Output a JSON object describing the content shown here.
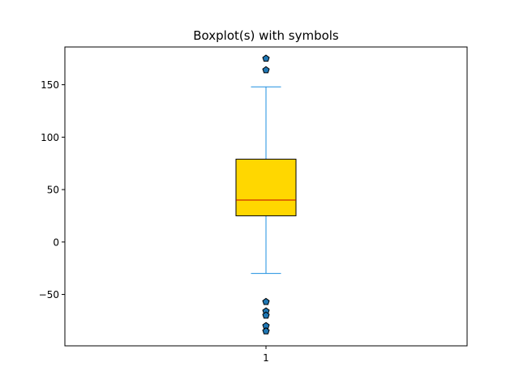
{
  "chart_data": {
    "type": "boxplot",
    "title": "Boxplot(s) with symbols",
    "xlabel": "",
    "ylabel": "",
    "categories": [
      "1"
    ],
    "ylim": [
      -99,
      186
    ],
    "yticks": [
      -50,
      0,
      50,
      100,
      150
    ],
    "ytick_labels": [
      "−50",
      "0",
      "50",
      "100",
      "150"
    ],
    "grid": false,
    "boxes": [
      {
        "category": "1",
        "whisker_low": -30,
        "q1": 25,
        "median": 40,
        "q3": 79,
        "whisker_high": 148,
        "outliers": [
          175,
          164,
          -57,
          -66,
          -70,
          -80,
          -85
        ]
      }
    ],
    "colors": {
      "box_fill": "#FFD700",
      "box_edge": "#000000",
      "median": "#C00000",
      "whisker": "#1E8FE0",
      "outlier_fill": "#1F77B4",
      "outlier_edge": "#000000"
    },
    "outlier_marker": "pentagon"
  }
}
